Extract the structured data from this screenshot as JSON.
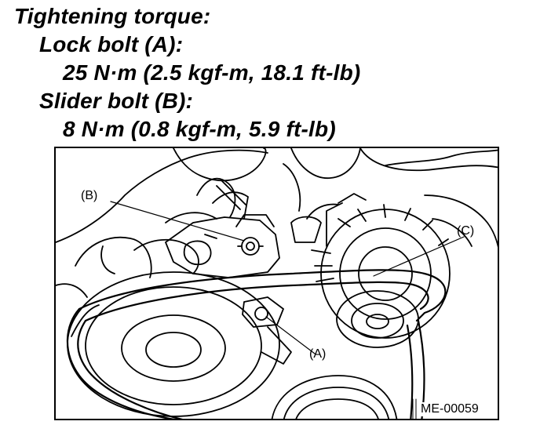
{
  "spec": {
    "heading": "Tightening torque:",
    "lock_bolt_label": "Lock bolt (A):",
    "lock_bolt_value": "25 N·m (2.5 kgf-m, 18.1 ft-lb)",
    "slider_bolt_label": "Slider bolt (B):",
    "slider_bolt_value": "8 N·m (0.8 kgf-m, 5.9 ft-lb)"
  },
  "figure": {
    "callout_b": "(B)",
    "callout_c": "(C)",
    "callout_a": "(A)",
    "figure_code": "ME-00059"
  }
}
